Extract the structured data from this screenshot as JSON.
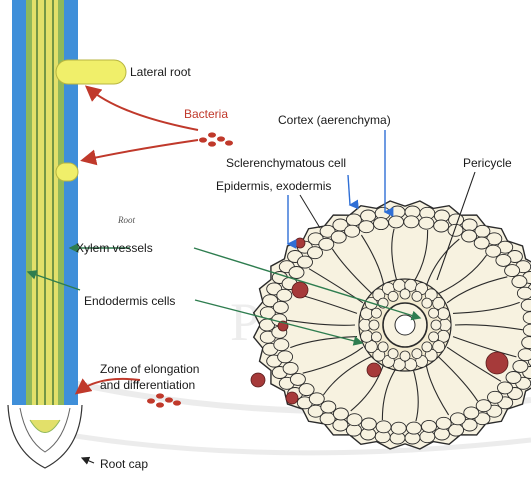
{
  "labels": {
    "lateral_root": "Lateral root",
    "bacteria": "Bacteria",
    "cortex": "Cortex (aerenchyma)",
    "sclerenchymatous_cell": "Sclerenchymatous cell",
    "pericycle": "Pericycle",
    "epidermis": "Epidermis, exodermis",
    "root": "Root",
    "xylem": "Xylem vessels",
    "endodermis": "Endodermis cells",
    "zone_line1": "Zone of elongation",
    "zone_line2": "and differentiation",
    "root_cap": "Root cap"
  },
  "watermark": "PERP",
  "colors": {
    "root_outer": "#3f8fd9",
    "root_inner": "#d8d868",
    "lateral_root": "#f0ef6a",
    "bacteria": "#c0392b",
    "arrows_red": "#c0392b",
    "leader_green": "#2e7d4f",
    "leader_blue": "#2f6fd6",
    "cell_fill": "#f7f2e0",
    "cell_stroke": "#2b2b2b",
    "dark_cells": "#a63a3a"
  }
}
